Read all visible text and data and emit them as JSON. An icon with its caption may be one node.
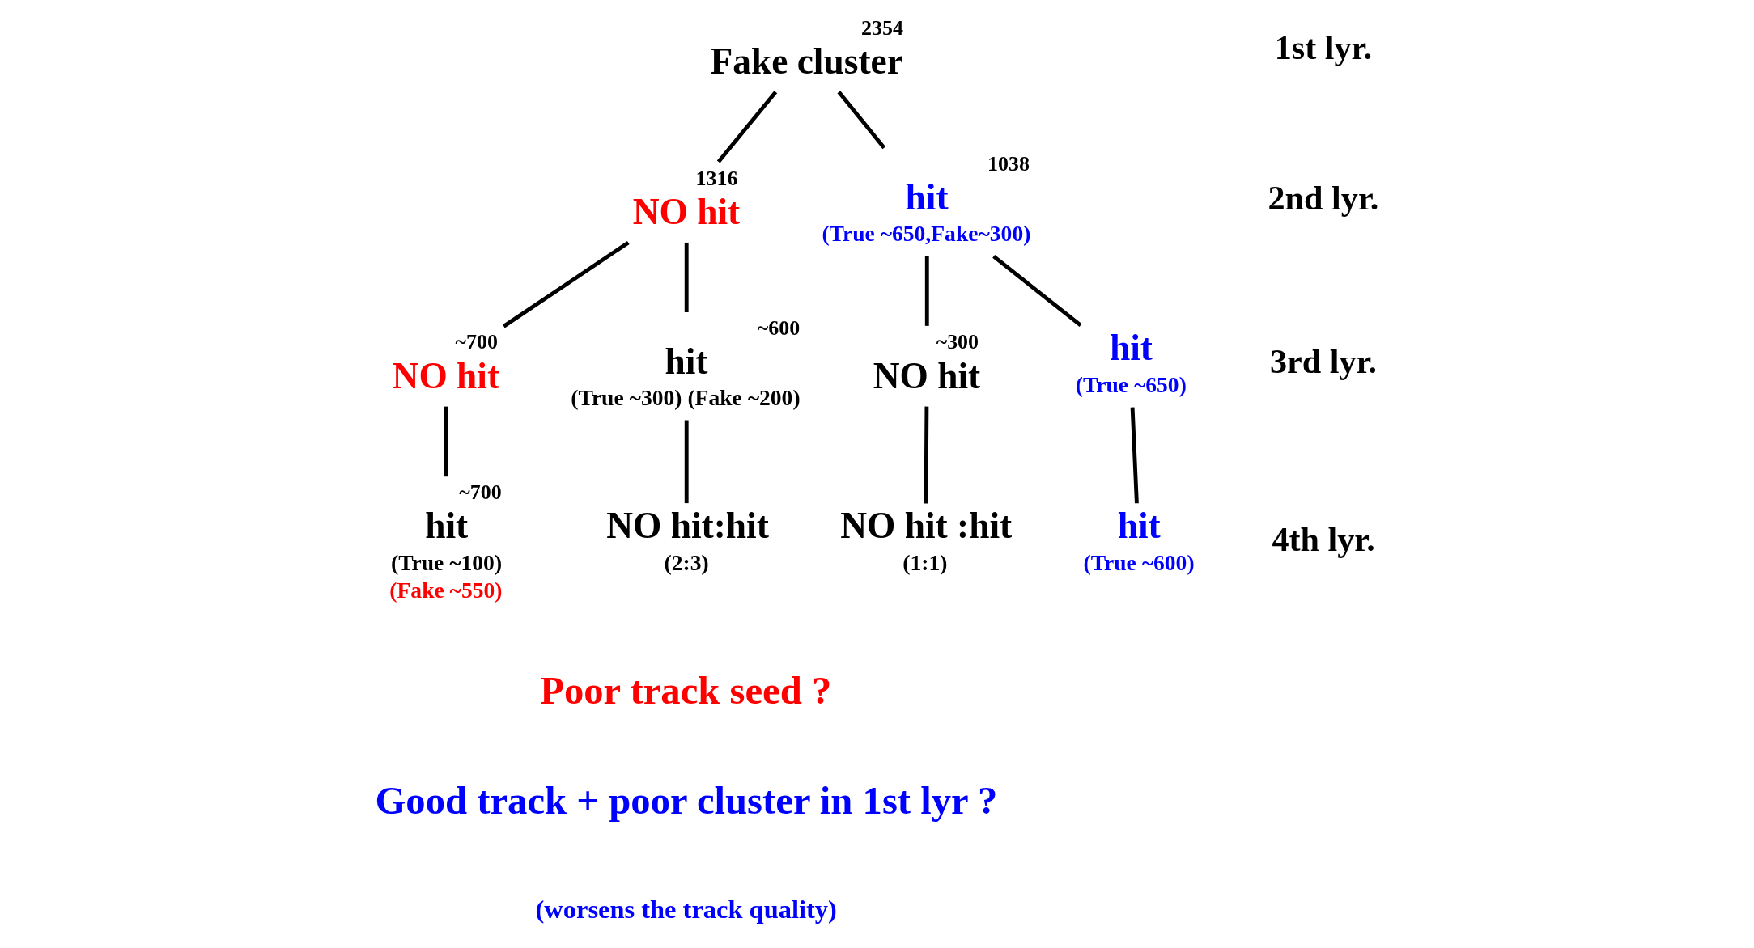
{
  "diagram": {
    "nodes": [
      {
        "text": [
          "Fake cluster"
        ],
        "beside": [
          "2354"
        ]
      },
      {
        "text": [
          "NO hit"
        ],
        "beside": [
          "1316"
        ]
      },
      {
        "text": [
          "hit",
          "(True ~650,Fake~300)"
        ],
        "beside": [
          "1038"
        ]
      },
      {
        "text": [
          "NO hit"
        ],
        "beside": [
          "~700"
        ]
      },
      {
        "text": [
          "hit",
          "(True ~300) (Fake ~200)"
        ],
        "beside": [
          "~600"
        ]
      },
      {
        "text": [
          "NO hit"
        ],
        "beside": [
          "~300"
        ]
      },
      {
        "text": [
          "hit",
          "(True ~650)"
        ]
      },
      {
        "text": [
          "hit",
          "(True ~100)",
          "(Fake ~550)"
        ],
        "beside": [
          "~700"
        ]
      },
      {
        "text": [
          "NO hit:hit",
          "(2:3)"
        ]
      },
      {
        "text": [
          "NO hit :hit",
          "(1:1)"
        ]
      },
      {
        "text": [
          "hit",
          "(True ~600)"
        ]
      }
    ],
    "edges": [
      {
        "from": 0,
        "to": 1,
        "arrow": "none"
      },
      {
        "from": 0,
        "to": 2,
        "arrow": "none"
      },
      {
        "from": 1,
        "to": 3,
        "arrow": "none"
      },
      {
        "from": 1,
        "to": 4,
        "arrow": "none"
      },
      {
        "from": 2,
        "to": 5,
        "arrow": "none"
      },
      {
        "from": 2,
        "to": 6,
        "arrow": "none"
      },
      {
        "from": 3,
        "to": 7,
        "arrow": "none"
      },
      {
        "from": 4,
        "to": 8,
        "arrow": "none"
      },
      {
        "from": 5,
        "to": 9,
        "arrow": "none"
      },
      {
        "from": 6,
        "to": 10,
        "arrow": "none"
      }
    ],
    "labels": [
      "1st lyr.",
      "2nd lyr.",
      "3rd lyr.",
      "4th lyr.",
      "Poor track seed ?",
      "Good track + poor cluster in 1st lyr ?",
      "(worsens the track quality)"
    ]
  }
}
